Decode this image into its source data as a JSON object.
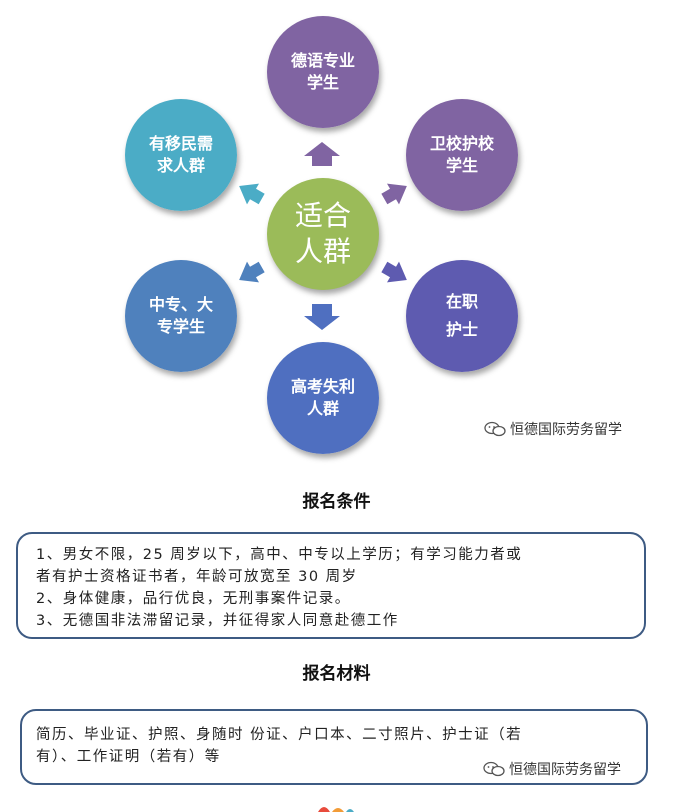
{
  "diagram": {
    "center": {
      "label": "适合\n人群",
      "color": "#9bbb59"
    },
    "nodes": [
      {
        "id": "german-major",
        "label": "德语专业学生",
        "color": "#8064a2"
      },
      {
        "id": "health-school",
        "label": "卫校护校学生",
        "color": "#8064a2"
      },
      {
        "id": "nurse",
        "label": "在职\n护士",
        "color": "#5e5bb0"
      },
      {
        "id": "gaokao",
        "label": "高考失利人群",
        "color": "#4f6fc0"
      },
      {
        "id": "vocational",
        "label": "中专、大专学生",
        "color": "#4f81bd"
      },
      {
        "id": "immigration",
        "label": "有移民需求人群",
        "color": "#4bacc6"
      }
    ]
  },
  "watermark": "恒德国际劳务留学",
  "requirements": {
    "title": "报名条件",
    "lines": [
      "1、男女不限，25 周岁以下，高中、中专以上学历；有学习能力者或",
      "者有护士资格证书者，年龄可放宽至 30 周岁",
      "2、身体健康，品行优良，无刑事案件记录。",
      "3、无德国非法滞留记录，并征得家人同意赴德工作"
    ]
  },
  "materials": {
    "title": "报名材料",
    "lines": [
      "简历、毕业证、护照、身随时  份证、户口本、二寸照片、护士证（若",
      "有）、工作证明（若有）等"
    ]
  }
}
